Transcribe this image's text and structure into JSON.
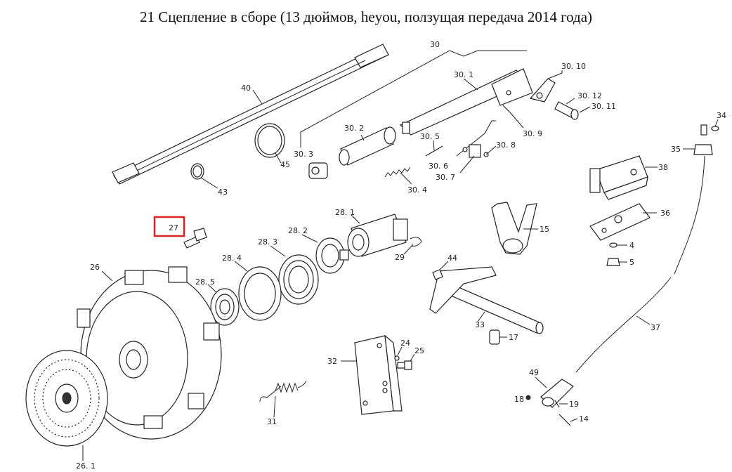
{
  "title": "21 Сцепление в сборе (13 дюймов, heyou, ползущая передача 2014 года)",
  "highlight_color": "#dd2222",
  "highlighted_part": "27",
  "labels": {
    "p30": "30",
    "p30_1": "30. 1",
    "p30_2": "30. 2",
    "p30_3": "30. 3",
    "p30_4": "30. 4",
    "p30_5": "30. 5",
    "p30_6": "30. 6",
    "p30_7": "30. 7",
    "p30_8": "30. 8",
    "p30_9": "30. 9",
    "p30_10": "30. 10",
    "p30_11": "30. 11",
    "p30_12": "30. 12",
    "p40": "40",
    "p45": "45",
    "p43": "43",
    "p27": "27",
    "p26": "26",
    "p26_1": "26. 1",
    "p28_1": "28. 1",
    "p28_2": "28. 2",
    "p28_3": "28. 3",
    "p28_4": "28. 4",
    "p28_5": "28. 5",
    "p29": "29",
    "p31": "31",
    "p32": "32",
    "p24": "24",
    "p25": "25",
    "p33": "33",
    "p44": "44",
    "p17": "17",
    "p15": "15",
    "p34": "34",
    "p35": "35",
    "p36": "36",
    "p37": "37",
    "p38": "38",
    "p4": "4",
    "p5": "5",
    "p49": "49",
    "p18": "18",
    "p19": "19",
    "p14": "14"
  }
}
